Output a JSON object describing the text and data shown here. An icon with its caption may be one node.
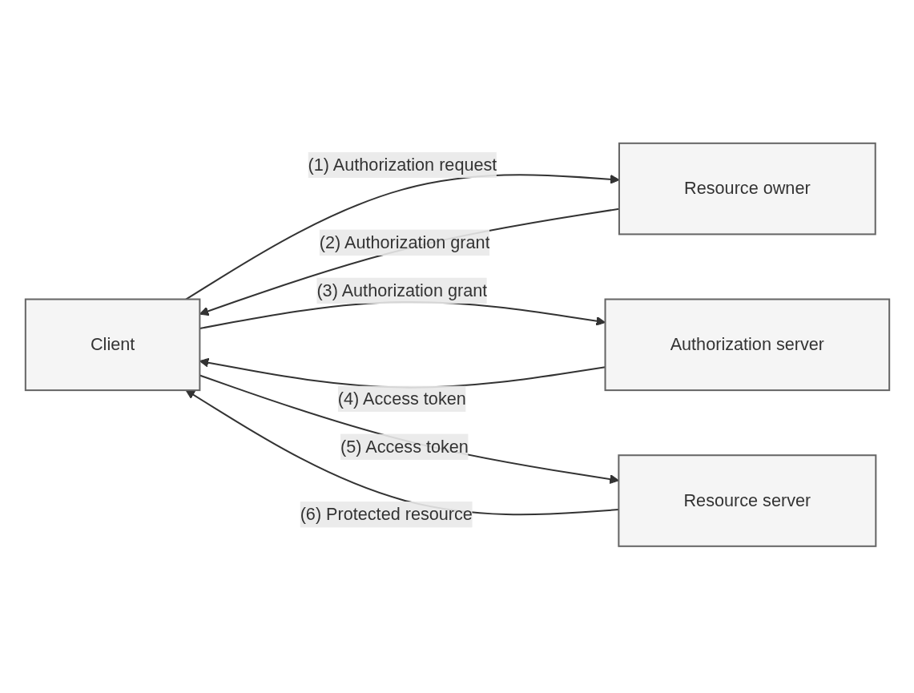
{
  "diagram": {
    "nodes": [
      {
        "text": [
          "Client"
        ]
      },
      {
        "text": [
          "Resource owner"
        ]
      },
      {
        "text": [
          "Authorization server"
        ]
      },
      {
        "text": [
          "Resource server"
        ]
      }
    ],
    "edges": [
      {
        "from": 0,
        "to": 1,
        "arrow": "to",
        "label": "(1) Authorization request"
      },
      {
        "from": 1,
        "to": 0,
        "arrow": "to",
        "label": "(2) Authorization grant"
      },
      {
        "from": 0,
        "to": 2,
        "arrow": "to",
        "label": "(3) Authorization grant"
      },
      {
        "from": 2,
        "to": 0,
        "arrow": "to",
        "label": "(4) Access token"
      },
      {
        "from": 0,
        "to": 3,
        "arrow": "to",
        "label": "(5) Access token"
      },
      {
        "from": 3,
        "to": 0,
        "arrow": "to",
        "label": "(6) Protected resource"
      }
    ]
  }
}
